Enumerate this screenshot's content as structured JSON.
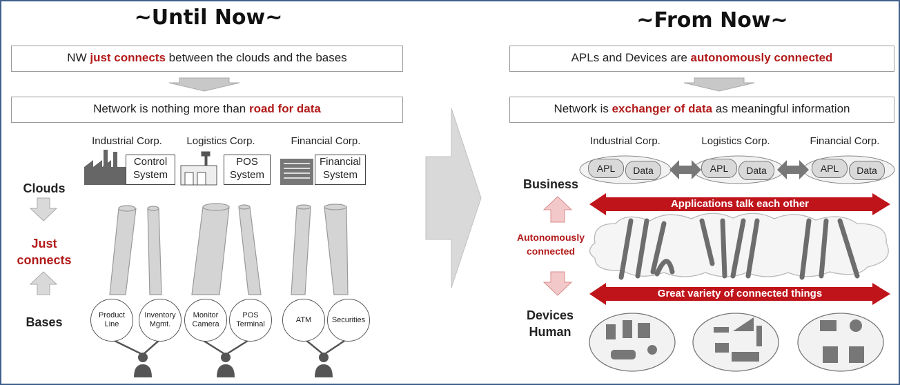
{
  "left": {
    "title": "~Until Now~",
    "box1": {
      "pre": "NW ",
      "highlight": "just connects",
      "post": " between the clouds and the bases"
    },
    "box2": {
      "pre": "Network is nothing more than ",
      "highlight": "road for data",
      "post": ""
    },
    "corps": [
      {
        "name": "Industrial Corp.",
        "system": [
          "Control",
          "System"
        ]
      },
      {
        "name": "Logistics Corp.",
        "system": [
          "POS",
          "System"
        ]
      },
      {
        "name": "Financial Corp.",
        "system": [
          "Financial",
          "System"
        ]
      }
    ],
    "clouds_label": "Clouds",
    "just_connects": [
      "Just",
      "connects"
    ],
    "bases_label": "Bases",
    "endpoints": [
      [
        "Product",
        "Line"
      ],
      [
        "Inventory",
        "Mgmt."
      ],
      [
        "Monitor",
        "Camera"
      ],
      [
        "POS",
        "Terminal"
      ],
      [
        "ATM"
      ],
      [
        "Securities"
      ]
    ]
  },
  "right": {
    "title": "~From Now~",
    "box1": {
      "pre": "APLs and Devices are ",
      "highlight": "autonomously connected",
      "post": ""
    },
    "box2": {
      "pre": "Network is ",
      "highlight": "exchanger of data",
      "post": " as meaningful information"
    },
    "corps": [
      "Industrial Corp.",
      "Logistics Corp.",
      "Financial Corp."
    ],
    "apl_label": "APL",
    "data_label": "Data",
    "business_label": "Business",
    "autonomously": [
      "Autonomously",
      "connected"
    ],
    "devices_label": [
      "Devices",
      "Human"
    ],
    "banner_top": "Applications talk each other",
    "banner_bottom": "Great variety of connected things"
  },
  "colors": {
    "accent": "#b31b1b",
    "frame": "#3f5f8a",
    "arrow_gray": "#c8c8c8"
  }
}
